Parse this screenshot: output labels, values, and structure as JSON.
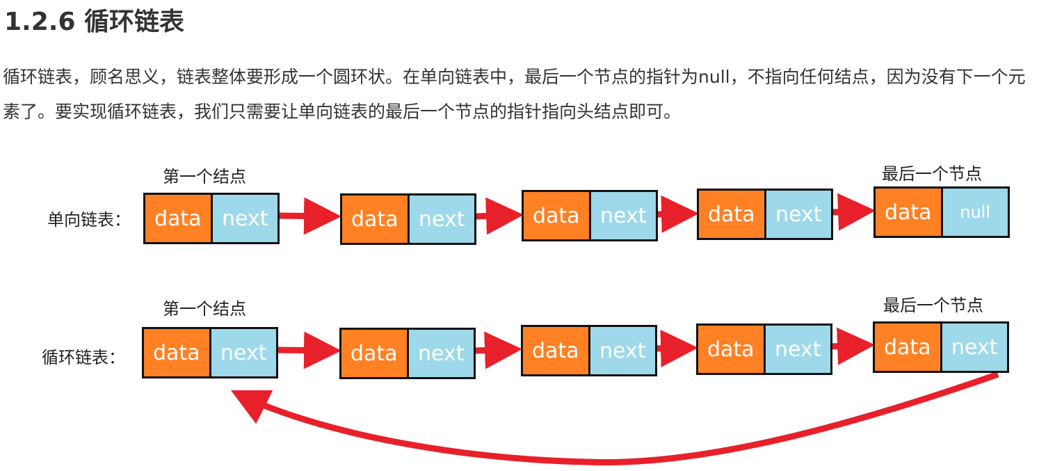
{
  "heading": "1.2.6 循环链表",
  "paragraph": "循环链表，顾名思义，链表整体要形成一个圆环状。在单向链表中，最后一个节点的指针为null，不指向任何结点，因为没有下一个元素了。要实现循环链表，我们只需要让单向链表的最后一个节点的指针指向头结点即可。",
  "diagram": {
    "colors": {
      "data_cell": "#ff8124",
      "next_cell": "#9dd9ea",
      "arrow": "#e8202a"
    },
    "singly": {
      "row_label": "单向链表：",
      "first_label": "第一个结点",
      "last_label": "最后一个节点",
      "nodes": [
        {
          "data": "data",
          "next": "next"
        },
        {
          "data": "data",
          "next": "next"
        },
        {
          "data": "data",
          "next": "next"
        },
        {
          "data": "data",
          "next": "next"
        },
        {
          "data": "data",
          "next": "null"
        }
      ]
    },
    "circular": {
      "row_label": "循环链表：",
      "first_label": "第一个结点",
      "last_label": "最后一个节点",
      "nodes": [
        {
          "data": "data",
          "next": "next"
        },
        {
          "data": "data",
          "next": "next"
        },
        {
          "data": "data",
          "next": "next"
        },
        {
          "data": "data",
          "next": "next"
        },
        {
          "data": "data",
          "next": "next"
        }
      ]
    }
  }
}
